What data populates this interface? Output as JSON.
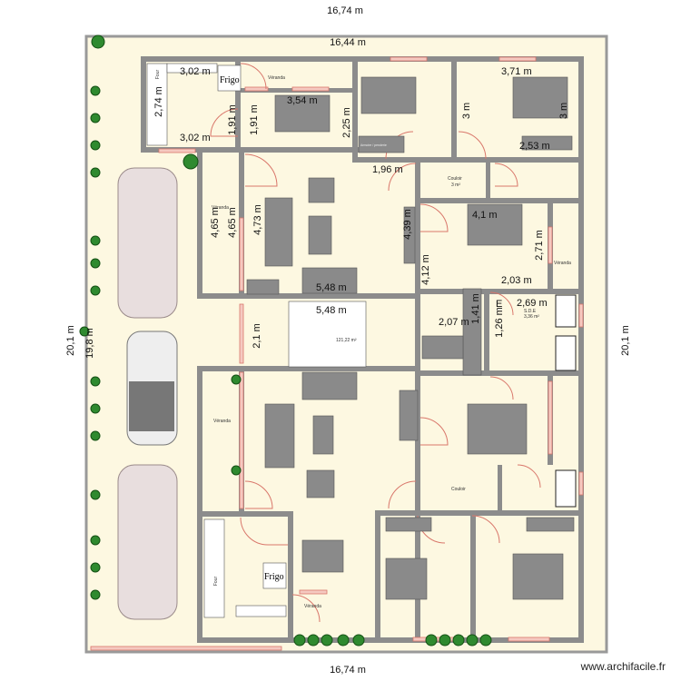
{
  "dimensions": {
    "outer_top": "16,74 m",
    "inner_top": "16,44 m",
    "outer_bottom": "16,74 m",
    "outer_left": "20,1 m",
    "inner_left": "19,8 m",
    "outer_right": "20,1 m",
    "interior": [
      "3,02 m",
      "2,74 m",
      "3,02 m",
      "1,91 m",
      "1,91 m",
      "3,54 m",
      "2,25 m",
      "3 m",
      "3,71 m",
      "3 m",
      "2,53 m",
      "1,96 m",
      "4,65 m",
      "4,65 m",
      "4,73 m",
      "4,39 m",
      "4,1 m",
      "2,71 m",
      "4,12 m",
      "2,03 m",
      "5,48 m",
      "5,48 m",
      "2,69 m",
      "1,41 m",
      "2,07 m",
      "1,26 m",
      "2,1 m"
    ]
  },
  "rooms": {
    "veranda_labels": [
      "Véranda",
      "Véranda",
      "Véranda",
      "Véranda",
      "Véranda"
    ],
    "couloir_top": "Couloir",
    "couloir_top_area": "3 m²",
    "couloir_bottom": "Couloir",
    "bathroom": "S.D.E",
    "bathroom_area": "3,36 m²",
    "stair_area": "121,22 m²",
    "bathroom_e": "E"
  },
  "furniture": {
    "frigo_top": "Frigo",
    "frigo_bottom": "Frigo",
    "four_top": "Four",
    "four_bottom": "Four",
    "wardrobe": "Armoire / penderie"
  },
  "watermark": "www.archifacile.fr",
  "colors": {
    "floor": "#fdf8e1",
    "wall": "#8c8c8c",
    "window": "#d9776b",
    "tree": "#2f8a2f"
  }
}
